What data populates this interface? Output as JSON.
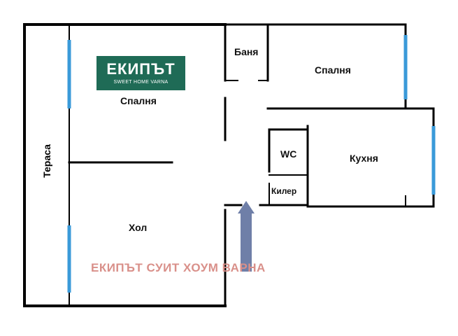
{
  "logo": {
    "brand": "ЕКИПЪТ",
    "tagline": "SWEET HOME VARNA"
  },
  "rooms": {
    "bedroom_1": "Спалня",
    "bathroom": "Баня",
    "bedroom_2": "Спалня",
    "wc": "WC",
    "kitchen": "Кухня",
    "pantry": "Килер",
    "living": "Хол",
    "terrace": "Тераса"
  },
  "watermark": "ЕКИПЪТ СУИТ ХОУМ ВАРНА",
  "colors": {
    "wall": "#000000",
    "window": "#3a9ad9",
    "entrance_arrow": "#6f7fa8",
    "logo_bg": "#1f6b56",
    "watermark": "#d9908a"
  }
}
